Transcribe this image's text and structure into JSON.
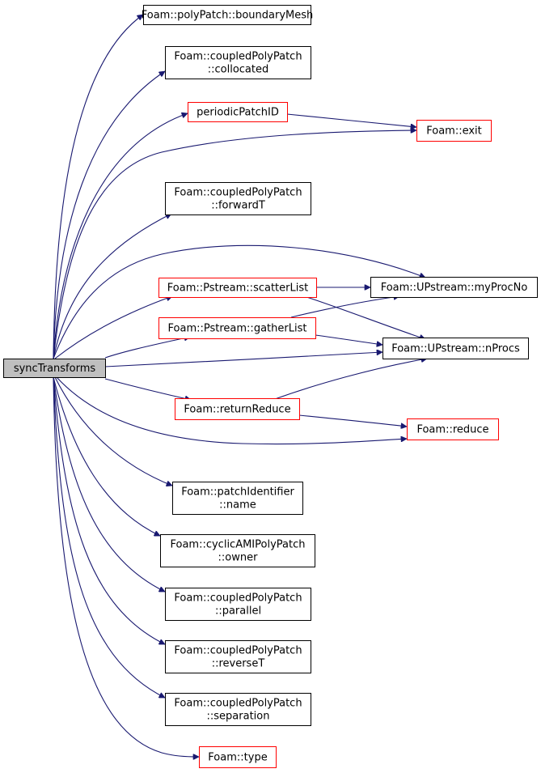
{
  "colors": {
    "edge": "#191970",
    "node_border": "#000000",
    "node_border_undocumented": "#ff0000",
    "root_fill": "#bfbfbf"
  },
  "nodes": {
    "root": {
      "lines": [
        "syncTransforms"
      ]
    },
    "boundaryMesh": {
      "lines": [
        "Foam::polyPatch::boundaryMesh"
      ]
    },
    "collocated": {
      "lines": [
        "Foam::coupledPolyPatch",
        "::collocated"
      ]
    },
    "periodicPatchID": {
      "lines": [
        "periodicPatchID"
      ]
    },
    "exit": {
      "lines": [
        "Foam::exit"
      ]
    },
    "forwardT": {
      "lines": [
        "Foam::coupledPolyPatch",
        "::forwardT"
      ]
    },
    "scatterList": {
      "lines": [
        "Foam::Pstream::scatterList"
      ]
    },
    "myProcNo": {
      "lines": [
        "Foam::UPstream::myProcNo"
      ]
    },
    "gatherList": {
      "lines": [
        "Foam::Pstream::gatherList"
      ]
    },
    "nProcs": {
      "lines": [
        "Foam::UPstream::nProcs"
      ]
    },
    "returnReduce": {
      "lines": [
        "Foam::returnReduce"
      ]
    },
    "reduce": {
      "lines": [
        "Foam::reduce"
      ]
    },
    "name": {
      "lines": [
        "Foam::patchIdentifier",
        "::name"
      ]
    },
    "owner": {
      "lines": [
        "Foam::cyclicAMIPolyPatch",
        "::owner"
      ]
    },
    "parallel": {
      "lines": [
        "Foam::coupledPolyPatch",
        "::parallel"
      ]
    },
    "reverseT": {
      "lines": [
        "Foam::coupledPolyPatch",
        "::reverseT"
      ]
    },
    "separation": {
      "lines": [
        "Foam::coupledPolyPatch",
        "::separation"
      ]
    },
    "type": {
      "lines": [
        "Foam::type"
      ]
    }
  }
}
